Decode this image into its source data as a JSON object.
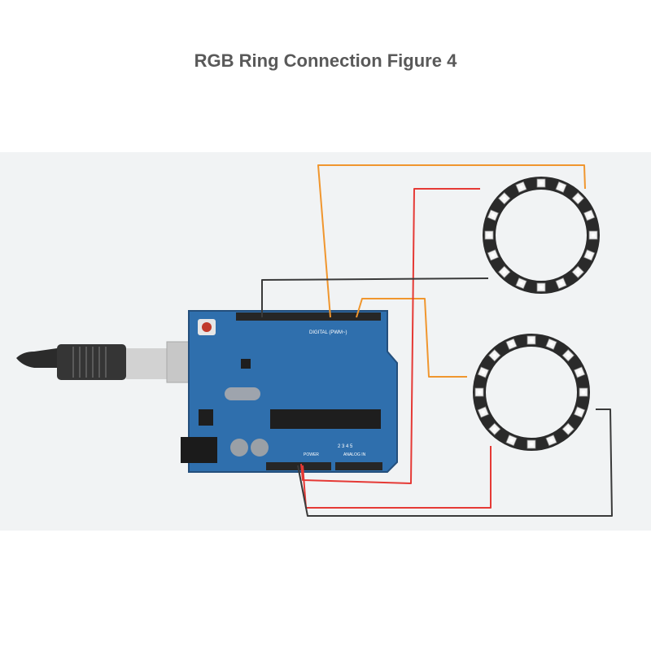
{
  "figure": {
    "title": "RGB Ring Connection Figure 4",
    "background": "#f1f3f4",
    "rings": [
      {
        "id": "top",
        "led_count": 16
      },
      {
        "id": "bottom",
        "led_count": 16
      }
    ],
    "wires": [
      {
        "id": "data-to-top-ring",
        "color": "#f0962e"
      },
      {
        "id": "data-to-bottom-ring",
        "color": "#f0962e"
      },
      {
        "id": "power-top-ring",
        "color": "#e53935"
      },
      {
        "id": "power-bottom-ring",
        "color": "#e53935"
      },
      {
        "id": "ground-top-ring",
        "color": "#3a3a3a"
      },
      {
        "id": "ground-bottom-ring",
        "color": "#3a3a3a"
      }
    ],
    "board": {
      "color": "#2f6fad",
      "labels": {
        "digital": "DIGITAL (PWM~)",
        "power": "POWER",
        "analog": "ANALOG IN",
        "pin_row": "2 3 4 5"
      }
    }
  }
}
